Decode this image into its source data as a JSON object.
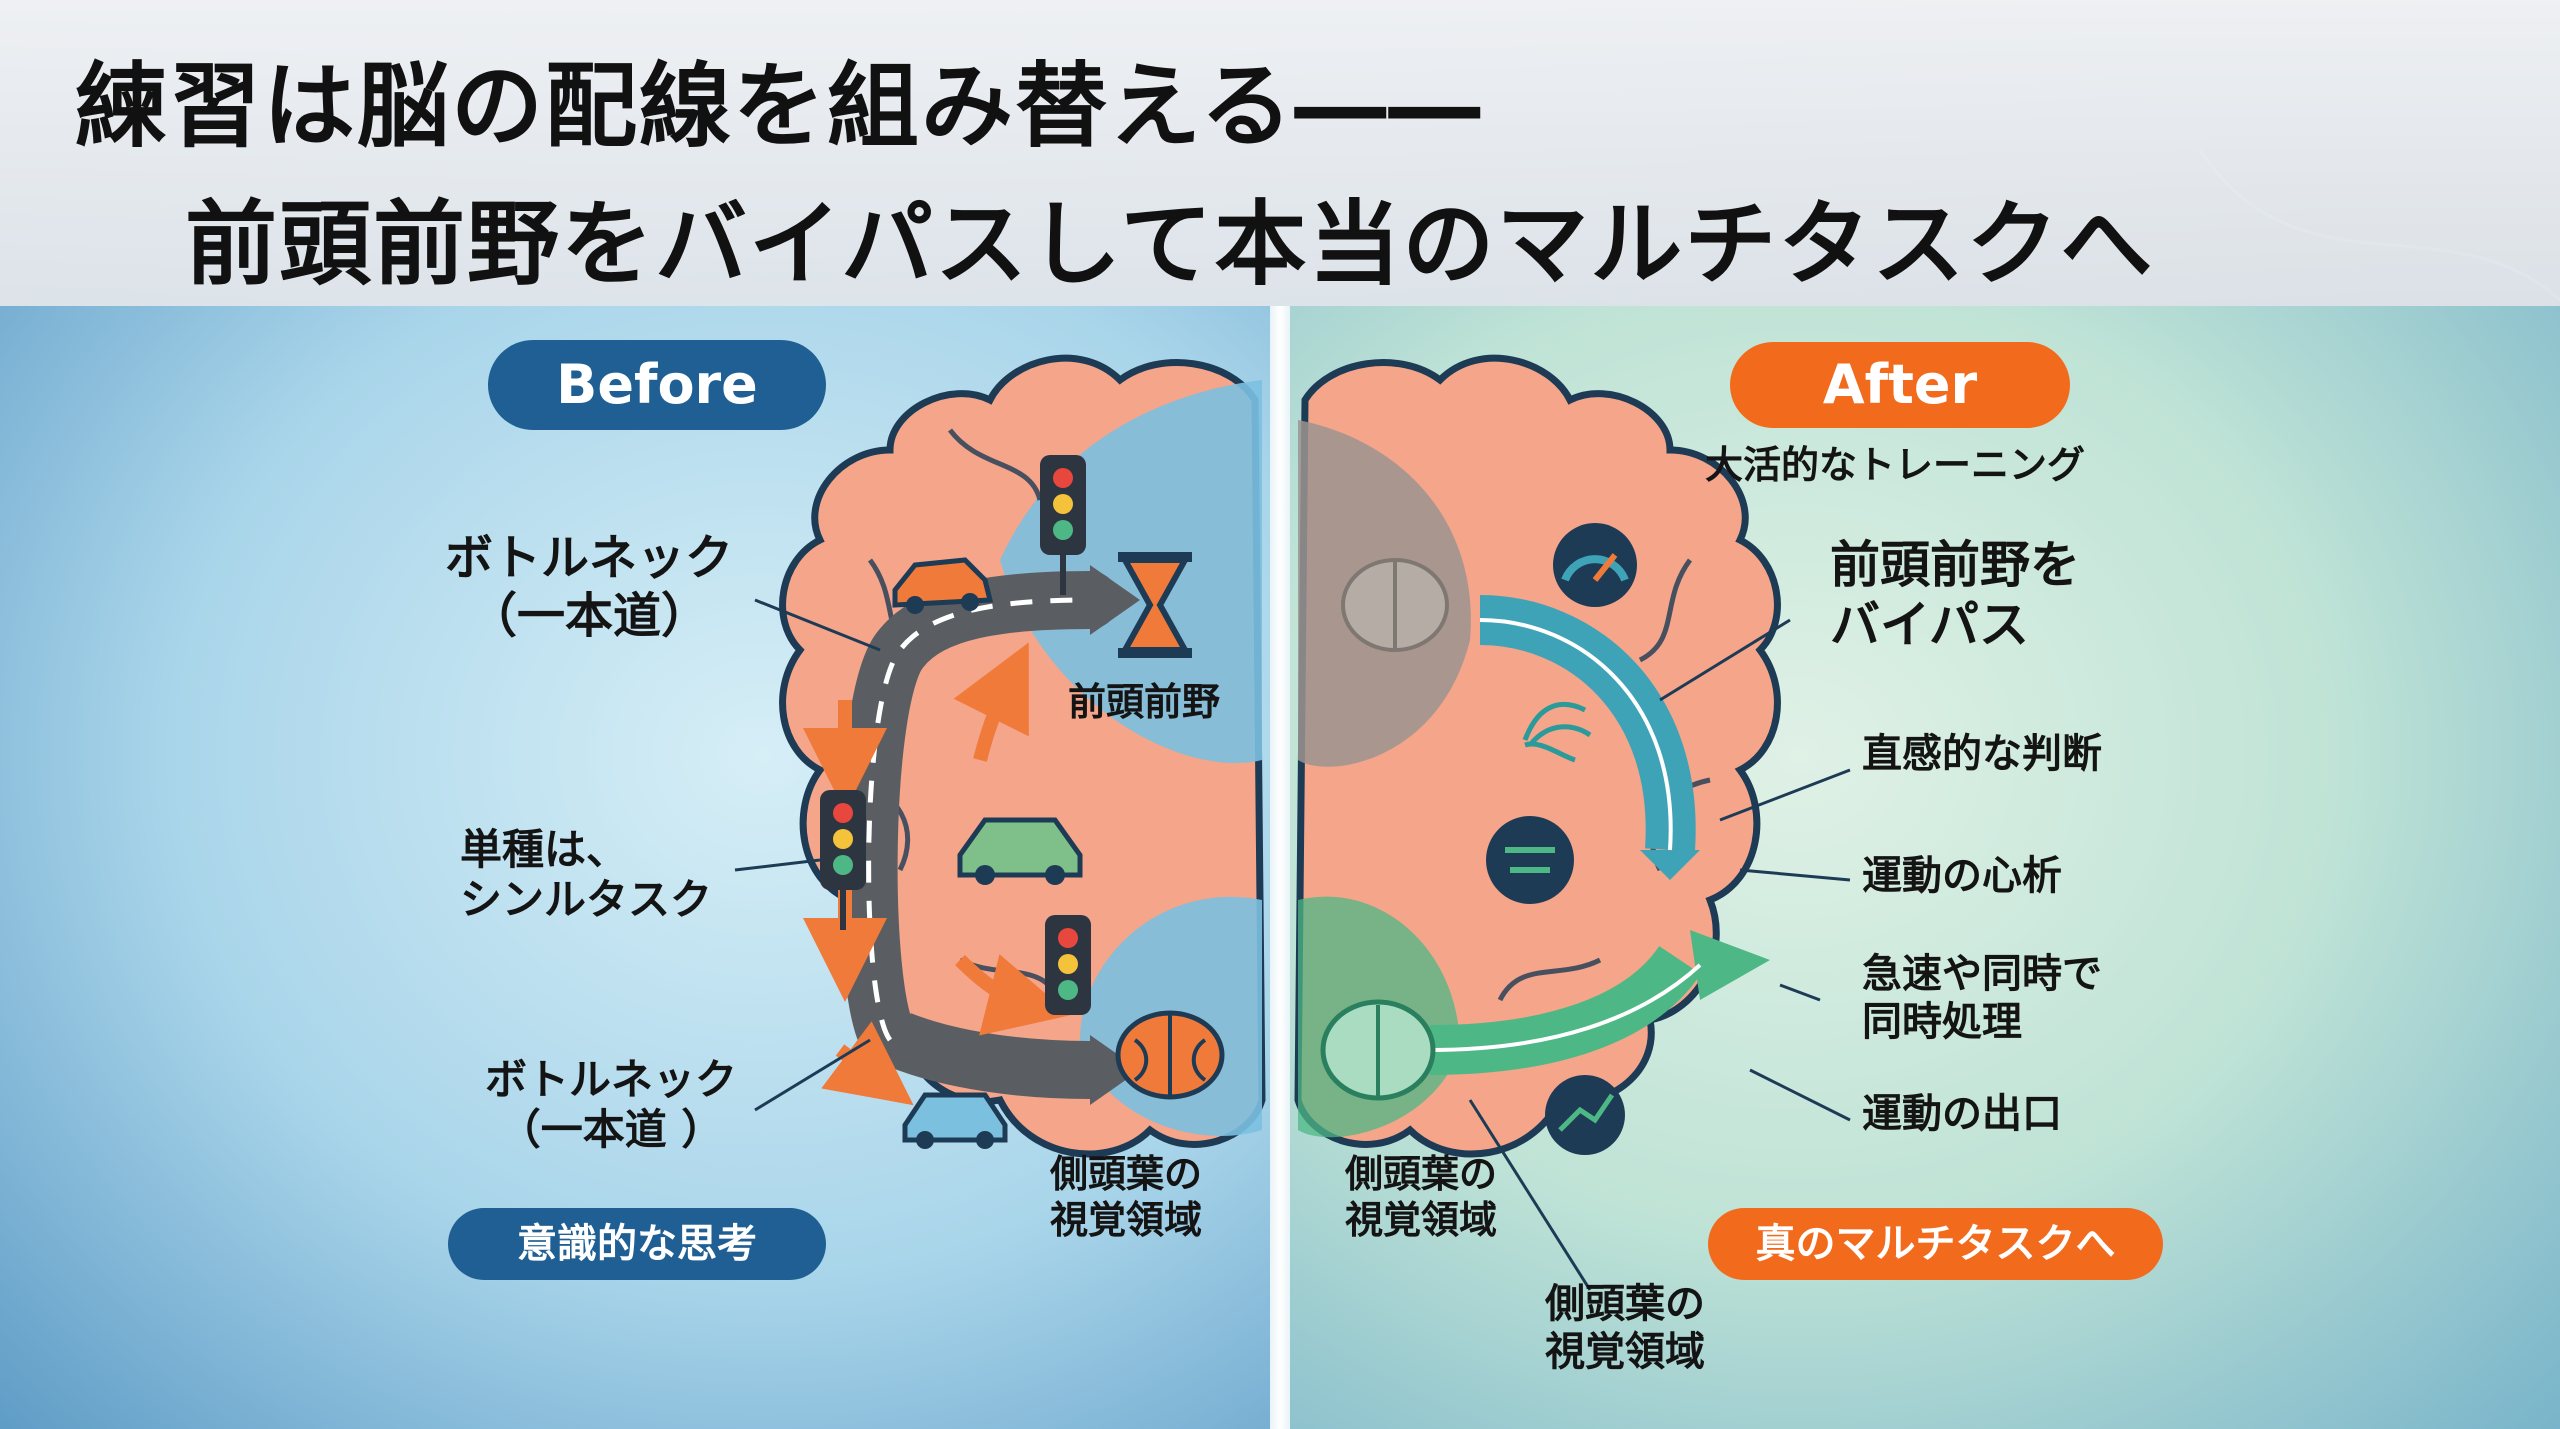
{
  "title": {
    "line1": "練習は脳の配線を組み替える――",
    "line2": "前頭前野をバイパスして本当のマルチタスクへ"
  },
  "before": {
    "badge": "Before",
    "bottleneck_top": [
      "ボトルネック",
      "（一本道）"
    ],
    "single_task": [
      "単種は、",
      "シンルタスク"
    ],
    "bottleneck_bottom": [
      "ボトルネック",
      "（一本道 ）"
    ],
    "prefrontal": "前頭前野",
    "temporal": [
      "側頭葉の",
      "視覚領域"
    ],
    "footer": "意識的な思考"
  },
  "after": {
    "badge": "After",
    "subtitle": "大活的なトレーニング",
    "bypass": [
      "前頭前野を",
      "バイパス"
    ],
    "intuitive": "直感的な判断",
    "motor_analysis": "運動の心析",
    "rapid": [
      "急速や同時で",
      "同時処理"
    ],
    "motor_output": "運動の出口",
    "temporal_inner": [
      "側頭葉の",
      "視覚領域"
    ],
    "temporal_outer": [
      "側頭葉の",
      "視覚領域"
    ],
    "footer": "真のマルチタスクへ"
  },
  "colors": {
    "before_badge": "#1f5f93",
    "after_badge": "#f26b1d",
    "brain_pink": "#f4a58a",
    "brain_outline": "#1d3b55",
    "arrow_orange": "#f07a3a",
    "arrow_gray": "#5a5e63",
    "arrow_green": "#4db885",
    "arrow_teal": "#3fa3b8",
    "region_blue": "#7cc0e0",
    "region_gray": "#9b948f"
  }
}
